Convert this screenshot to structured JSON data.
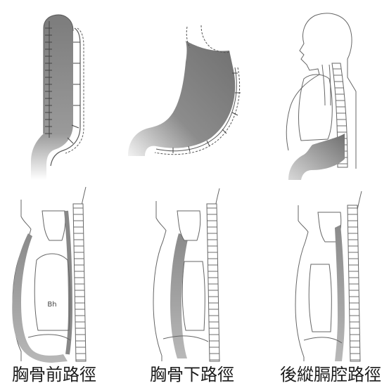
{
  "figure": {
    "panels_top": [
      {
        "id": "tube-stomach",
        "label": "gastric tube"
      },
      {
        "id": "whole-stomach",
        "label": "stomach"
      },
      {
        "id": "head-torso",
        "label": "head and thorax"
      }
    ],
    "routes": [
      {
        "id": "antethoracic",
        "caption": "胸骨前路徑",
        "inner_label": "Bh"
      },
      {
        "id": "retrosternal",
        "caption": "胸骨下路徑"
      },
      {
        "id": "posterior-mediastinal",
        "caption": "後縱膈腔路徑"
      }
    ]
  },
  "colors": {
    "line": "#6e6e6e",
    "tissue_dark": "#7a7a7a",
    "tissue_light": "#d6d6d6",
    "text": "#1a1a1a",
    "background": "#ffffff"
  }
}
